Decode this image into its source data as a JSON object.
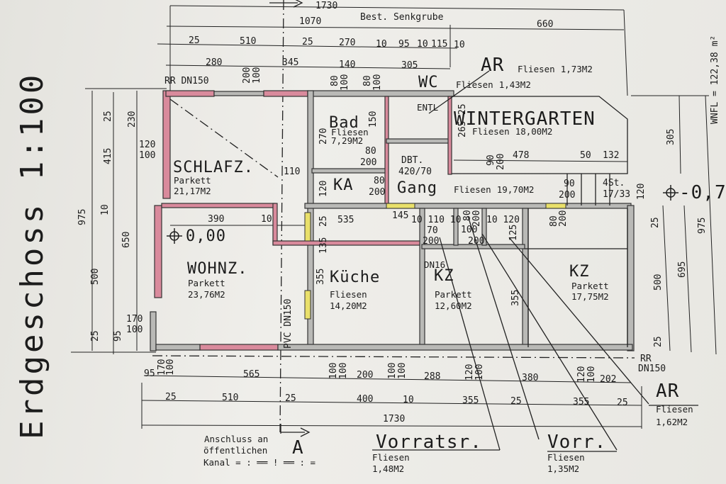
{
  "title": "Erdgeschoss 1:100",
  "net_floor_area": "WNFL = 122,38 m²",
  "existing_cesspit": "Best. Senkgrube",
  "section_marker": "A",
  "levels": {
    "main": "0,00",
    "lower": "-0,7"
  },
  "drain_labels": {
    "top_left": "RR DN150",
    "bottom_right_1": "RR",
    "bottom_right_2": "DN150",
    "pvc": "PVC DN150",
    "dn16": "DN16",
    "entl": "ENTL"
  },
  "door": {
    "dbt_1": "DBT.",
    "dbt_2": "420/70"
  },
  "stairs": {
    "line1": "4St.",
    "line2": "17/33"
  },
  "sewer_note": {
    "line1": "Anschluss an",
    "line2": "öffentlichen",
    "line3": "Kanal = : ══ ! ══ : ="
  },
  "rooms": [
    {
      "name": "SCHLAFZ.",
      "floor": "Parkett",
      "area": "21,17M2"
    },
    {
      "name": "WOHNZ.",
      "floor": "Parkett",
      "area": "23,76M2"
    },
    {
      "name": "Bad",
      "floor": "Fliesen",
      "area": "7,29M2"
    },
    {
      "name": "KA",
      "floor": "",
      "area": ""
    },
    {
      "name": "Gang",
      "floor": "Fliesen",
      "area": "19,70M2"
    },
    {
      "name": "WC",
      "floor": "Fliesen",
      "area": "1,43M2"
    },
    {
      "name": "AR",
      "floor": "Fliesen",
      "area": "1,73M2"
    },
    {
      "name": "WINTERGARTEN",
      "floor": "Fliesen",
      "area": "18,00M2"
    },
    {
      "name": "Küche",
      "floor": "Fliesen",
      "area": "14,20M2"
    },
    {
      "name": "KZ",
      "floor": "Parkett",
      "area": "12,60M2"
    },
    {
      "name": "KZ",
      "floor": "Parkett",
      "area": "17,75M2"
    },
    {
      "name": "Vorratsr.",
      "floor": "Fliesen",
      "area": "1,48M2"
    },
    {
      "name": "Vorr.",
      "floor": "Fliesen",
      "area": "1,35M2"
    },
    {
      "name": "AR",
      "floor": "Fliesen",
      "area": "1,62M2"
    }
  ],
  "dims": [
    "1730",
    "1070",
    "660",
    "25",
    "510",
    "25",
    "270",
    "10",
    "95",
    "10",
    "115",
    "10",
    "280",
    "345",
    "140",
    "305",
    "200",
    "100",
    "80",
    "100",
    "80",
    "100",
    "975",
    "25",
    "415",
    "10",
    "500",
    "25",
    "230",
    "650",
    "95",
    "120",
    "100",
    "170",
    "100",
    "390",
    "10",
    "110",
    "270",
    "150",
    "120",
    "80",
    "200",
    "80",
    "200",
    "145",
    "535",
    "10 110 10",
    "70",
    "200",
    "135",
    "25",
    "100",
    "200",
    "10 120",
    "125",
    "80",
    "200",
    "80",
    "200",
    "355",
    "355",
    "265",
    "25",
    "478",
    "50",
    "132",
    "90",
    "200",
    "90",
    "200",
    "305",
    "120",
    "25",
    "500",
    "25",
    "695",
    "975",
    "170",
    "100",
    "95",
    "565",
    "200",
    "288",
    "380",
    "202",
    "100",
    "100",
    "100",
    "100",
    "120",
    "100",
    "120",
    "100",
    "25",
    "510",
    "25",
    "400",
    "10",
    "355",
    "25",
    "355",
    "25",
    "1730"
  ],
  "colors": {
    "exterior_wall": "#d98a9c",
    "interior_wall": "#b9b9b6",
    "opening": "#e9e06a",
    "paper": "#ecebe6"
  }
}
